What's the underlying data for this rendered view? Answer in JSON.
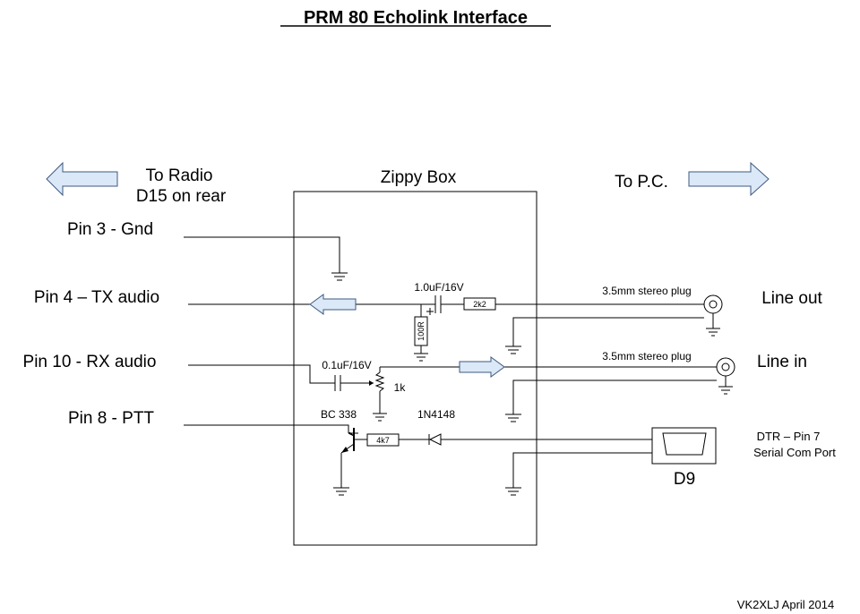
{
  "title": "PRM 80 Echolink Interface",
  "left_header": {
    "line1": "To Radio",
    "line2": "D15 on rear"
  },
  "box_label": "Zippy Box",
  "right_header": "To P.C.",
  "pins": {
    "gnd": "Pin 3 - Gnd",
    "tx": "Pin 4 – TX audio",
    "rx": "Pin 10 - RX audio",
    "ptt": "Pin 8 - PTT"
  },
  "components": {
    "cap_tx": "1.0uF/16V",
    "res_tx": "2k2",
    "res_load": "100R",
    "cap_rx": "0.1uF/16V",
    "pot": "1k",
    "transistor": "BC 338",
    "diode": "1N4148",
    "res_base": "4k7"
  },
  "outputs": {
    "plug_out": "3.5mm stereo plug",
    "line_out": "Line out",
    "plug_in": "3.5mm stereo plug",
    "line_in": "Line in",
    "dtr_line1": "DTR – Pin 7",
    "dtr_line2": "Serial Com Port",
    "d9": "D9"
  },
  "credit": "VK2XLJ April 2014"
}
